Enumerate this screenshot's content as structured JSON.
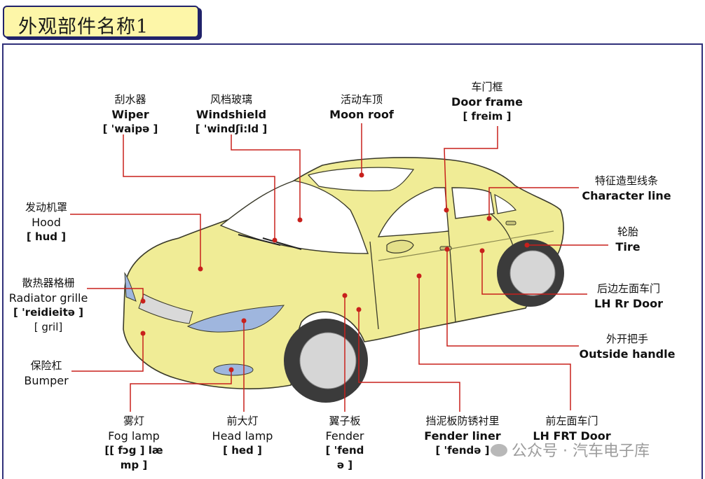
{
  "title": "外观部件名称1",
  "labels": {
    "wiper": {
      "zh": "刮水器",
      "en": "Wiper",
      "ph": "[ 'waipə ]"
    },
    "windshield": {
      "zh": "风档玻璃",
      "en": "Windshield",
      "ph": "[ 'windʃi:ld ]"
    },
    "moonroof": {
      "zh": "活动车顶",
      "en": "Moon roof"
    },
    "doorframe": {
      "zh": "车门框",
      "en": "Door frame",
      "ph": "[ freim ]"
    },
    "charline": {
      "zh": "特征造型线条",
      "en": "Character line"
    },
    "tire": {
      "zh": "轮胎",
      "en": "Tire"
    },
    "rrdoor": {
      "zh": "后边左面车门",
      "en": "LH Rr Door"
    },
    "handle": {
      "zh": "外开把手",
      "en": "Outside handle"
    },
    "frtdoor": {
      "zh": "前左面车门",
      "en": "LH FRT Door"
    },
    "liner": {
      "zh": "挡泥板防锈衬里",
      "en": "Fender liner",
      "ph": "[ 'fendə ]"
    },
    "fender": {
      "zh": "翼子板",
      "en": "Fender",
      "ph1": "[ 'fend",
      "ph2": "ə ]"
    },
    "headlamp": {
      "zh": "前大灯",
      "en": "Head lamp",
      "ph": "[ hed ]"
    },
    "foglamp": {
      "zh": "雾灯",
      "en": "Fog lamp",
      "ph1": "[[ fɔg ]  læ",
      "ph2": "mp ]"
    },
    "bumper": {
      "zh": "保险杠",
      "en": "Bumper"
    },
    "grille": {
      "zh": "散热器格栅",
      "en": "Radiator grille",
      "ph": "[ 'reidieitə ]",
      "ph2": "[ gril]"
    },
    "hood": {
      "zh": "发动机罩",
      "en": "Hood",
      "ph": "[ hud ]"
    }
  },
  "watermark": "公众号 · 汽车电子库",
  "colors": {
    "car_body": "#f0ec96",
    "car_outline": "#3a3a2a",
    "leader": "#c8201c",
    "title_bg": "#fdf6a8",
    "frame": "#30307a"
  }
}
